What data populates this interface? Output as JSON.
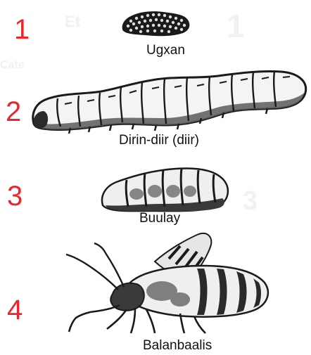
{
  "stages": [
    {
      "number": "1",
      "label": "Ugxan",
      "icon": "egg-cluster-icon"
    },
    {
      "number": "2",
      "label": "Dirin-diir (diir)",
      "icon": "caterpillar-icon"
    },
    {
      "number": "3",
      "label": "Buulay",
      "icon": "pupa-icon"
    },
    {
      "number": "4",
      "label": "Balanbaalis",
      "icon": "moth-icon"
    }
  ],
  "colors": {
    "number": "#e8282e",
    "label": "#111111",
    "ink": "#1a1a1a"
  }
}
